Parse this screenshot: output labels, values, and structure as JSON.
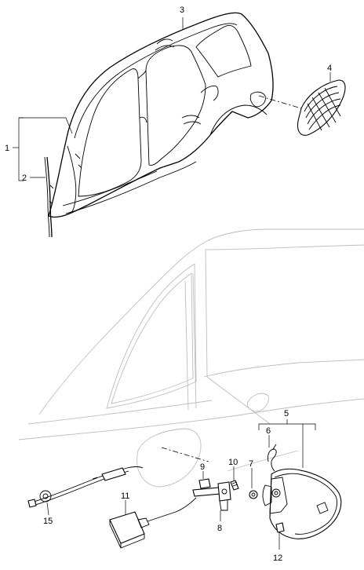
{
  "callouts": [
    {
      "id": "c1",
      "text": "1"
    },
    {
      "id": "c2",
      "text": "2"
    },
    {
      "id": "c3",
      "text": "3"
    },
    {
      "id": "c4",
      "text": "4"
    },
    {
      "id": "c5",
      "text": "5"
    },
    {
      "id": "c6",
      "text": "6"
    },
    {
      "id": "c7",
      "text": "7"
    },
    {
      "id": "c8",
      "text": "8"
    },
    {
      "id": "c9",
      "text": "9"
    },
    {
      "id": "c10",
      "text": "10"
    },
    {
      "id": "c11",
      "text": "11"
    },
    {
      "id": "c12",
      "text": "12"
    },
    {
      "id": "c15",
      "text": "15"
    }
  ],
  "colors": {
    "line": "#000000",
    "ghost": "#bdbdbd",
    "background": "#ffffff"
  }
}
